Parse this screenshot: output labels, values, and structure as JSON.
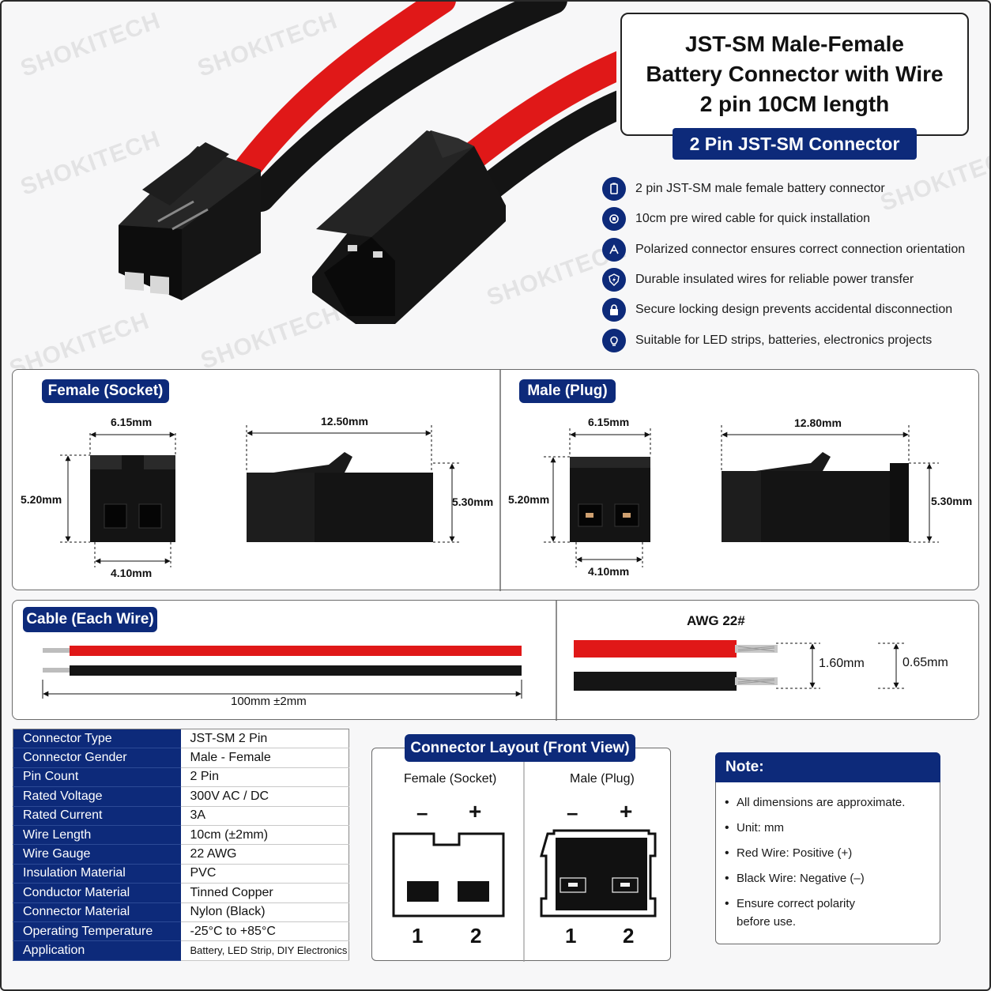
{
  "watermark": "SHOKITECH",
  "title": "JST-SM Male-Female Battery Connector with Wire 2 pin 10CM length",
  "subtitle": "2 Pin JST-SM Connector",
  "features": [
    {
      "icon": "battery-icon",
      "text": "2 pin JST-SM male female battery connector"
    },
    {
      "icon": "cable-icon",
      "text": "10cm pre wired cable for quick installation"
    },
    {
      "icon": "polarity-icon",
      "text": "Polarized connector ensures correct connection orientation"
    },
    {
      "icon": "shield-bolt-icon",
      "text": "Durable insulated wires for reliable power transfer"
    },
    {
      "icon": "lock-icon",
      "text": "Secure locking design prevents accidental disconnection"
    },
    {
      "icon": "led-icon",
      "text": "Suitable for LED strips, batteries, electronics projects"
    }
  ],
  "female": {
    "label": "Female (Socket)",
    "width_top": "6.15mm",
    "length": "12.50mm",
    "height_front": "5.20mm",
    "height_side": "5.30mm",
    "width_bottom": "4.10mm"
  },
  "male": {
    "label": "Male (Plug)",
    "width_top": "6.15mm",
    "length": "12.80mm",
    "height_front": "5.20mm",
    "height_side": "5.30mm",
    "width_bottom": "4.10mm"
  },
  "cable": {
    "label": "Cable (Each Wire)",
    "length": "100mm ±2mm",
    "gauge_title": "AWG 22#",
    "outer_diameter": "1.60mm",
    "conductor_diameter": "0.65mm"
  },
  "specs": [
    {
      "key": "Connector Type",
      "value": "JST-SM 2 Pin"
    },
    {
      "key": "Connector Gender",
      "value": "Male - Female"
    },
    {
      "key": "Pin Count",
      "value": "2 Pin"
    },
    {
      "key": "Rated Voltage",
      "value": "300V AC / DC"
    },
    {
      "key": "Rated Current",
      "value": "3A"
    },
    {
      "key": "Wire Length",
      "value": "10cm (±2mm)"
    },
    {
      "key": "Wire Gauge",
      "value": "22 AWG"
    },
    {
      "key": "Insulation Material",
      "value": "PVC"
    },
    {
      "key": "Conductor Material",
      "value": "Tinned Copper"
    },
    {
      "key": "Connector Material",
      "value": "Nylon (Black)"
    },
    {
      "key": "Operating Temperature",
      "value": "-25°C to +85°C"
    },
    {
      "key": "Application",
      "value": "Battery, LED Strip, DIY Electronics"
    }
  ],
  "layout": {
    "title": "Connector Layout (Front View)",
    "female_label": "Female (Socket)",
    "male_label": "Male (Plug)",
    "minus": "–",
    "plus": "+",
    "pin1": "1",
    "pin2": "2"
  },
  "note": {
    "title": "Note:",
    "items": [
      "All dimensions are approximate.",
      "Unit: mm",
      "Red Wire: Positive (+)",
      "Black Wire: Negative (–)",
      "Ensure correct polarity before use."
    ]
  },
  "colors": {
    "accent": "#0d2a7a",
    "red_wire": "#e01818",
    "black_wire": "#151515"
  }
}
